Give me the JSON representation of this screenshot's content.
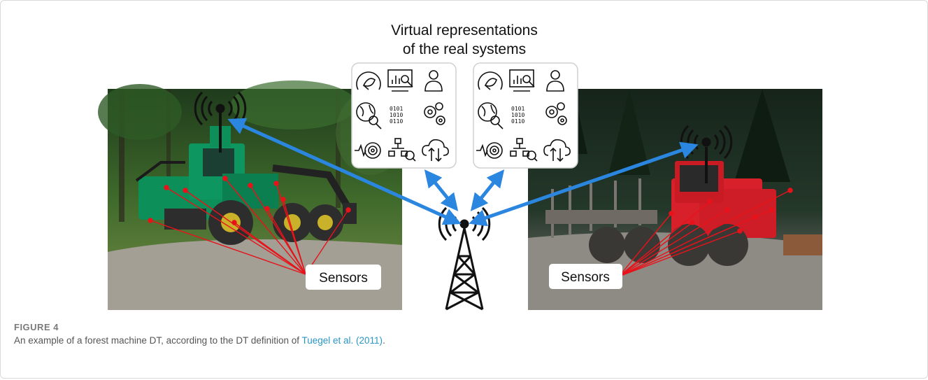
{
  "figure": {
    "heading_line1": "Virtual representations",
    "heading_line2": "of the real systems",
    "left_sensor_label": "Sensors",
    "right_sensor_label": "Sensors"
  },
  "caption": {
    "label": "FIGURE 4",
    "text_before": "An example of a forest machine DT, according to the DT definition of ",
    "citation": "Tuegel et al. (2011)",
    "text_after": "."
  },
  "colors": {
    "arrow_blue": "#2b86e0",
    "sensor_red": "#e8121a",
    "harvester_green": "#0d8f5a",
    "forwarder_red": "#d8202a",
    "caption_link": "#2b95c4"
  },
  "icons": [
    "speedometer-leaf-icon",
    "monitor-chart-icon",
    "user-icon",
    "globe-search-icon",
    "binary-data-icon",
    "gears-icon",
    "signal-target-icon",
    "hierarchy-search-icon",
    "cloud-sync-icon"
  ]
}
